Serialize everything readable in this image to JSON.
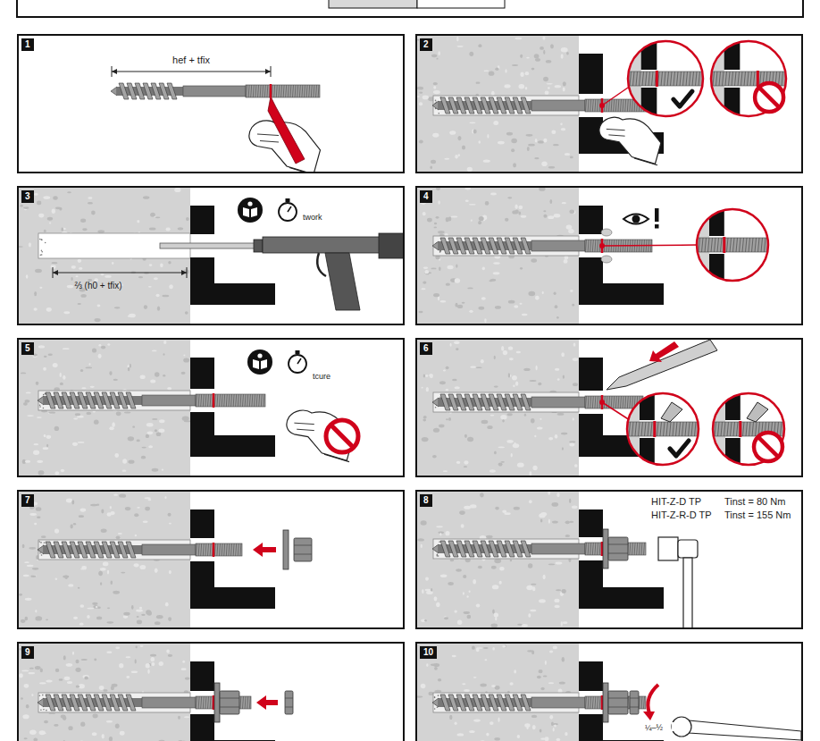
{
  "diagram": {
    "nodes": [
      {
        "text": [
          "1"
        ]
      },
      {
        "text": [
          "2"
        ]
      },
      {
        "text": [
          "3"
        ]
      },
      {
        "text": [
          "4"
        ]
      },
      {
        "text": [
          "5"
        ]
      },
      {
        "text": [
          "6"
        ]
      },
      {
        "text": [
          "7"
        ]
      },
      {
        "text": [
          "8"
        ]
      },
      {
        "text": [
          "9"
        ]
      },
      {
        "text": [
          "10"
        ]
      }
    ],
    "labels": [
      "hef + tfix",
      "twork",
      "⅔ (h0 + tfix)",
      "tcure",
      "HIT-Z-D TP",
      "Tinst = 80 Nm",
      "HIT-Z-R-D TP",
      "Tinst = 155 Nm",
      "¼–½"
    ]
  }
}
